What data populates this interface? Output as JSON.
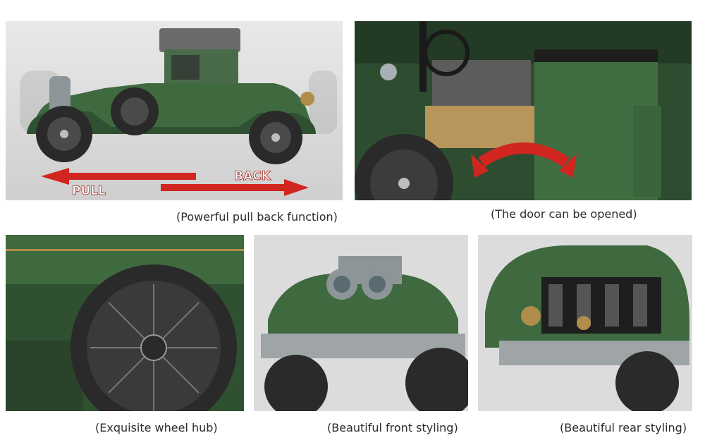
{
  "panels": {
    "pullback": {
      "caption": "(Powerful pull back function)",
      "back_label": "BACK",
      "pull_label": "PULL"
    },
    "door": {
      "caption": "(The door can be opened)"
    },
    "wheel": {
      "caption": "(Exquisite wheel hub)"
    },
    "front": {
      "caption": "(Beautiful front styling)"
    },
    "rear": {
      "caption": "(Beautiful rear styling)"
    }
  },
  "colors": {
    "car_green": "#3f6a3f",
    "car_dark_green": "#2b4a2c",
    "arrow_red": "#d0261f",
    "tire": "#2a2a2a",
    "chrome": "#a8b0b3",
    "gray_bg": "#d9d9d9"
  }
}
